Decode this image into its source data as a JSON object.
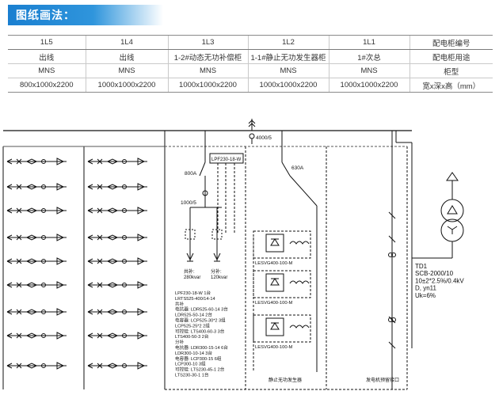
{
  "header": {
    "title": "图纸画法："
  },
  "spec_table": {
    "rows": [
      [
        "1L5",
        "1L4",
        "1L3",
        "1L2",
        "1L1",
        "配电柜编号"
      ],
      [
        "出线",
        "出线",
        "1-2#动态无功补偿柜",
        "1-1#静止无功发生器柜",
        "1#次总",
        "配电柜用途"
      ],
      [
        "MNS",
        "MNS",
        "MNS",
        "MNS",
        "MNS",
        "柜型"
      ],
      [
        "800x1000x2200",
        "1000x1000x2200",
        "1000x1000x2200",
        "1000x1000x2200",
        "1000x1000x2200",
        "宽x深x高（mm）"
      ]
    ]
  },
  "diagram": {
    "busbar_ct": "4000/5",
    "main_breaker": "630A",
    "feeder_breaker": "800A",
    "ct_label": "1000/5",
    "lpf_box": "LPF230-18-W",
    "capacitor_common": "共补:",
    "capacitor_common_value": "280kvar",
    "capacitor_split": "分补:",
    "capacitor_split_value": "120kvar",
    "equipment_list": [
      "LPF230-18-W        1台",
      "LRTS525-400/14-14",
      "共补",
      "电抗器:  LDR525-60-14  3台",
      "             LDR525-50-14  2台",
      "电容器:  LCP525-30*2   3组",
      "             LCP525-25*2   2组",
      "可控硅:  LTS400-60-3    3台",
      "             LTS400-50-3    2台",
      "分补",
      "电抗器:  LDR300-15-14  6台",
      "             LDR300-10-14  3台",
      "电容器:  LCP300-15       6组",
      "             LCP300-10       3组",
      "可控硅:  LTS230-45-1    2台",
      "             LTS230-30-1    1台"
    ],
    "svg_module_label": "LESVG400-100-M",
    "svg_footer": "静止无功发生器",
    "generator_footer": "发电机预留接口",
    "transformer": [
      "TD1",
      "SCB-2000/10",
      "10±2*2.5%/0.4kV",
      "D, yn11",
      "Uk=6%"
    ]
  }
}
